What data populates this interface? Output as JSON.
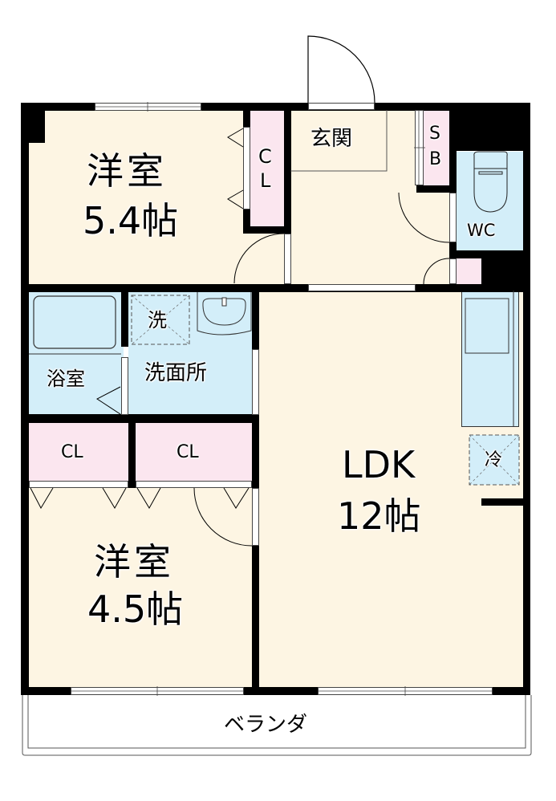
{
  "floorplan": {
    "rooms": {
      "western_room_1": {
        "name": "洋室",
        "size": "5.4帖"
      },
      "western_room_2": {
        "name": "洋室",
        "size": "4.5帖"
      },
      "ldk": {
        "name": "LDK",
        "size": "12帖"
      },
      "entrance": {
        "name": "玄関"
      },
      "shoe_box": {
        "line1": "S",
        "line2": "B"
      },
      "toilet": {
        "name": "WC"
      },
      "bathroom": {
        "name": "浴室"
      },
      "washroom": {
        "name": "洗面所"
      },
      "washer_space": {
        "name": "洗"
      },
      "fridge_space": {
        "name": "冷"
      },
      "closet_vertical": {
        "line1": "C",
        "line2": "L"
      },
      "closet_left": {
        "name": "CL"
      },
      "closet_right": {
        "name": "CL"
      },
      "veranda": {
        "name": "ベランダ"
      }
    },
    "colors": {
      "floor": "#fdf5e3",
      "wet_area": "#d3eef9",
      "closet": "#fbe6ef",
      "wall": "#000000"
    }
  }
}
